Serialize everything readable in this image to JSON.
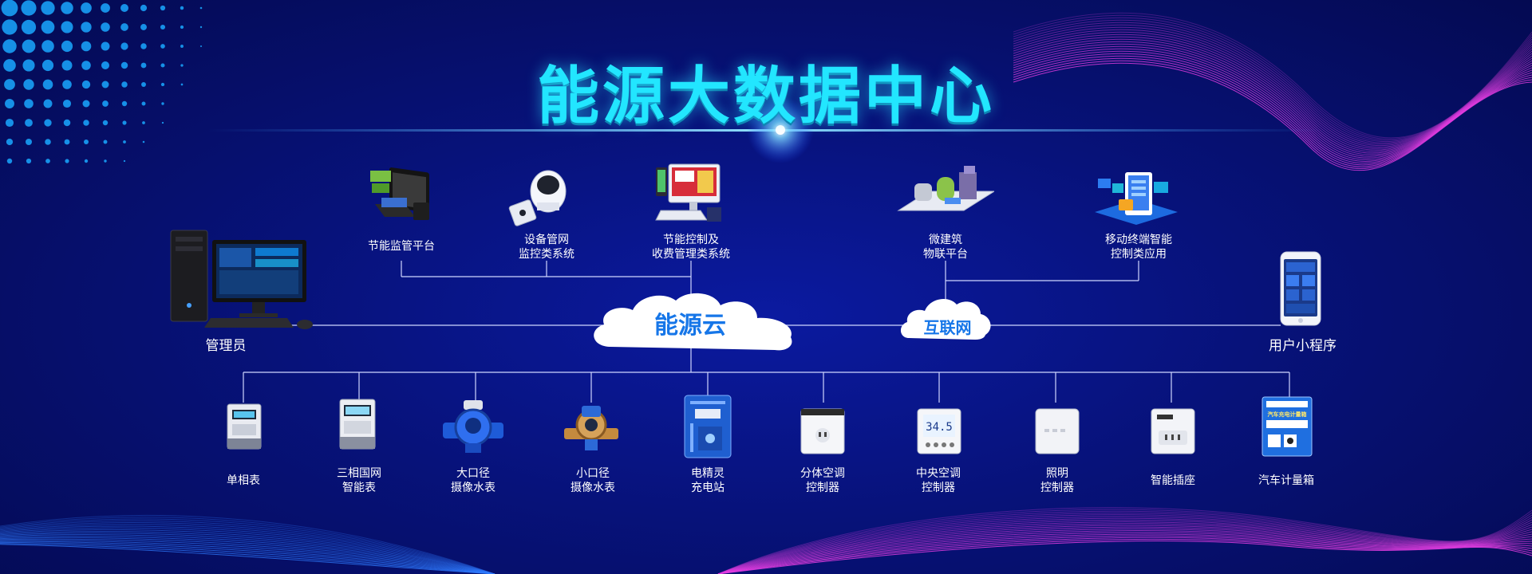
{
  "title": "能源大数据中心",
  "clouds": {
    "energy_cloud": "能源云",
    "internet": "互联网"
  },
  "ends": {
    "admin": "管理员",
    "user_app": "用户小程序"
  },
  "top_nodes": [
    {
      "label": "节能监管平台",
      "icon": "energy-monitor-platform-icon"
    },
    {
      "label": "设备管网\n监控类系统",
      "icon": "device-monitor-system-icon"
    },
    {
      "label": "节能控制及\n收费管理类系统",
      "icon": "control-billing-system-icon"
    },
    {
      "label": "微建筑\n物联平台",
      "icon": "building-iot-platform-icon"
    },
    {
      "label": "移动终端智能\n控制类应用",
      "icon": "mobile-control-app-icon"
    }
  ],
  "bottom_nodes": [
    {
      "label": "单相表",
      "icon": "single-phase-meter-icon"
    },
    {
      "label": "三相国网\n智能表",
      "icon": "three-phase-meter-icon"
    },
    {
      "label": "大口径\n摄像水表",
      "icon": "large-water-meter-icon"
    },
    {
      "label": "小口径\n摄像水表",
      "icon": "small-water-meter-icon"
    },
    {
      "label": "电精灵\n充电站",
      "icon": "charging-station-icon"
    },
    {
      "label": "分体空调\n控制器",
      "icon": "split-ac-controller-icon"
    },
    {
      "label": "中央空调\n控制器",
      "icon": "central-ac-controller-icon"
    },
    {
      "label": "照明\n控制器",
      "icon": "lighting-controller-icon"
    },
    {
      "label": "智能插座",
      "icon": "smart-socket-icon"
    },
    {
      "label": "汽车计量箱",
      "icon": "car-meter-box-icon"
    }
  ],
  "device_text": {
    "ac_display": "34.5",
    "car_box_title": "汽车充电计量箱"
  },
  "colors": {
    "title": "#22e6ff",
    "line": "#cfd6ff",
    "cloud_text": "#1676e8",
    "wave_pink": "#e23ce0",
    "wave_blue": "#2f7bff"
  }
}
